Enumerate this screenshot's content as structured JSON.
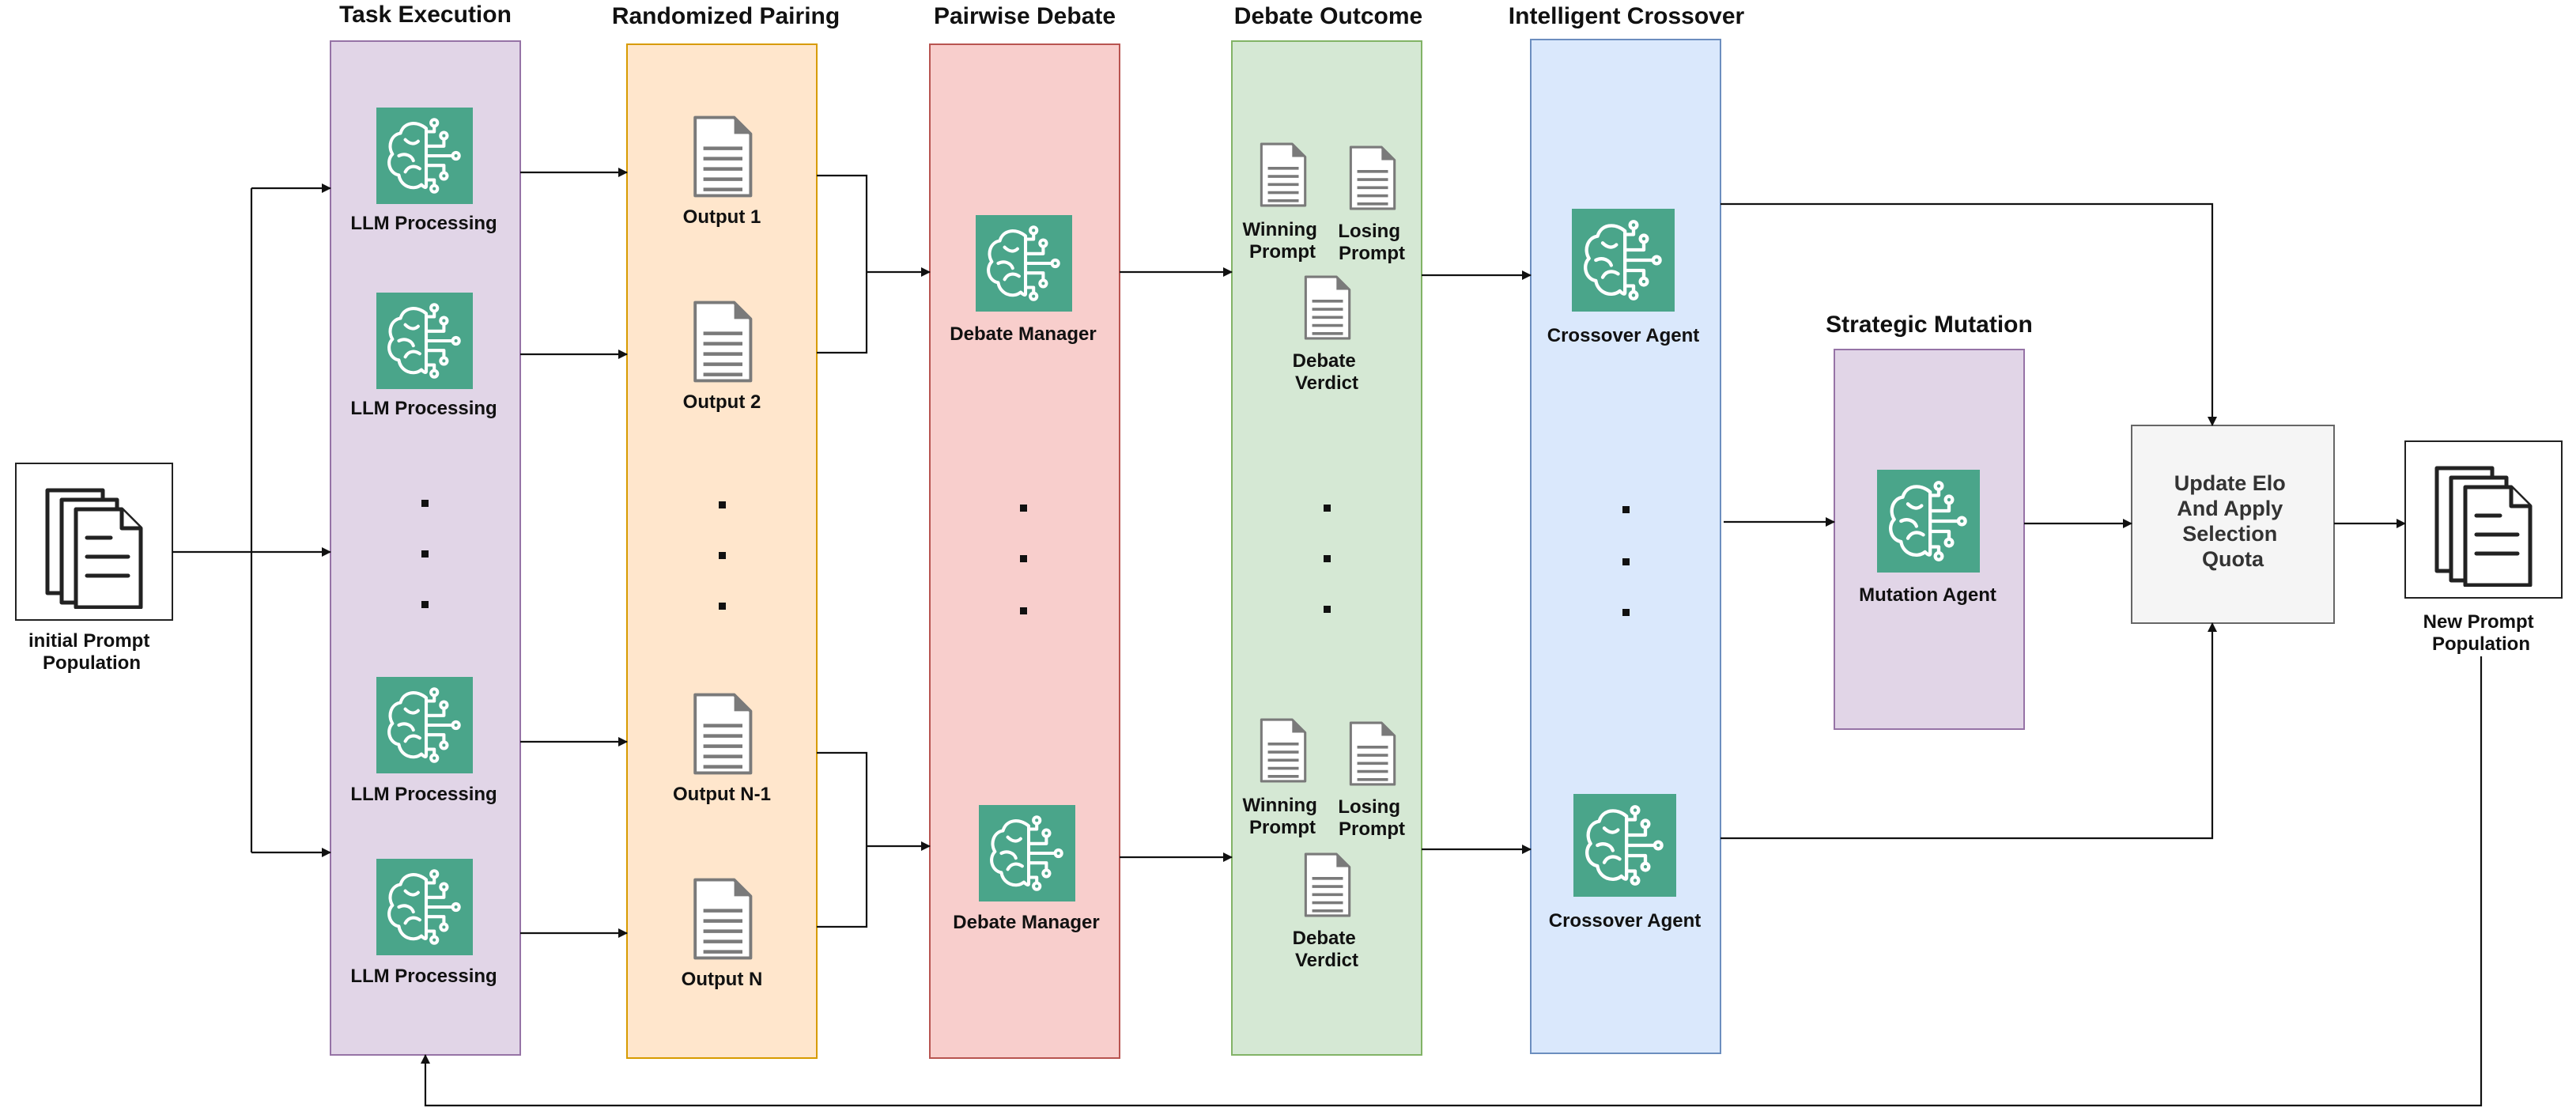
{
  "stages": {
    "task_execution": {
      "title": "Task Execution",
      "fill": "#e1d5e7",
      "stroke": "#9673a6",
      "nodes": [
        "LLM Processing",
        "LLM Processing",
        "LLM Processing",
        "LLM Processing"
      ]
    },
    "randomized_pairing": {
      "title": "Randomized Pairing",
      "fill": "#ffe6cc",
      "stroke": "#d79b00",
      "outputs": [
        "Output 1",
        "Output 2",
        "Output N-1",
        "Output N"
      ]
    },
    "pairwise_debate": {
      "title": "Pairwise Debate",
      "fill": "#f8cecc",
      "stroke": "#b85450",
      "managers": [
        "Debate Manager",
        "Debate Manager"
      ]
    },
    "debate_outcome": {
      "title": "Debate Outcome",
      "fill": "#d5e8d4",
      "stroke": "#82b366",
      "groups": [
        {
          "winning": [
            "Winning",
            "Prompt"
          ],
          "losing": [
            "Losing",
            "Prompt"
          ],
          "verdict": [
            "Debate",
            "Verdict"
          ]
        },
        {
          "winning": [
            "Winning",
            "Prompt"
          ],
          "losing": [
            "Losing",
            "Prompt"
          ],
          "verdict": [
            "Debate",
            "Verdict"
          ]
        }
      ]
    },
    "intelligent_crossover": {
      "title": "Intelligent Crossover",
      "fill": "#dae8fc",
      "stroke": "#6c8ebf",
      "agents": [
        "Crossover Agent",
        "Crossover Agent"
      ]
    },
    "strategic_mutation": {
      "title": "Strategic Mutation",
      "fill": "#e1d5e7",
      "stroke": "#9673a6",
      "agent": "Mutation Agent"
    }
  },
  "initial_population": {
    "lines": [
      "initial Prompt",
      "Population"
    ]
  },
  "update_box": {
    "lines": [
      "Update Elo",
      "And Apply",
      "Selection",
      "Quota"
    ],
    "fill": "#f5f5f5",
    "stroke": "#666666"
  },
  "new_population": {
    "lines": [
      "New Prompt",
      "Population"
    ]
  },
  "icons": {
    "ai_agent": "brain-circuit-icon",
    "document": "document-icon",
    "stack": "document-stack-icon"
  },
  "colors": {
    "icon_bg": "#4aa58a",
    "doc_icon": "#7a7a7a",
    "arrow": "#111111",
    "text": "#111111"
  }
}
